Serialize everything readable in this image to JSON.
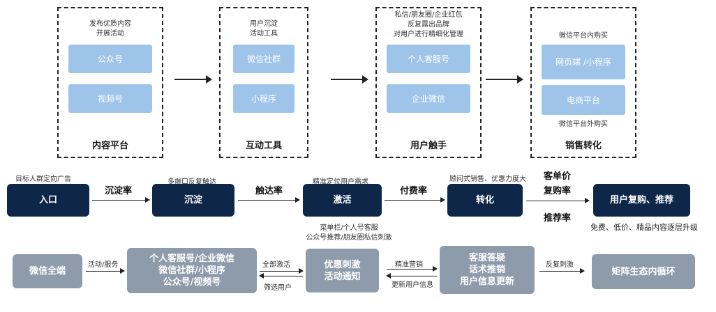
{
  "panels": [
    {
      "intro": "发布优质内容\n开展活动",
      "boxes": [
        "公众号",
        "视频号"
      ],
      "title": "内容平台"
    },
    {
      "intro": "用户沉淀\n活动工具",
      "boxes": [
        "微信社群",
        "小程序"
      ],
      "title": "互动工具"
    },
    {
      "intro": "私信/朋友圈/企业红包\n反复露出品牌\n对用户进行精细化管理",
      "boxes": [
        "个人客服号",
        "企业微信"
      ],
      "title": "用户触手"
    },
    {
      "intro": "微信平台内购买",
      "boxes": [
        "网页端 /小程序",
        "电商平台"
      ],
      "outro": "微信平台外购买",
      "title": "销售转化"
    }
  ],
  "funnel": {
    "stages": [
      {
        "label": "入口",
        "note": "目标人群定向广告"
      },
      {
        "label": "沉淀",
        "note": "多端口反复触达"
      },
      {
        "label": "激活",
        "note": "精准定位用户需求"
      },
      {
        "label": "转化",
        "note": "顾问式销售、优惠力度大"
      },
      {
        "label": "用户复购、推荐",
        "note": "免费、低价、精品内容逐层升级"
      }
    ],
    "rates": [
      "沉淀率",
      "触达率",
      "付费率",
      "客单价",
      "复购率",
      "推荐率"
    ]
  },
  "loop": {
    "boxes": [
      "微信全端",
      "个人客服号/企业微信\n微信社群/小程序\n公众号/视频号",
      "优惠刺激\n活动通知",
      "客服答疑\n话术推销\n用户信息更新",
      "矩阵生态内循环"
    ],
    "labels": {
      "activity": "活动/服务",
      "all_activate": "全部激活",
      "filter_users": "筛选用户",
      "channels": "菜单栏/个人号客服\n公众号推荐/朋友圈私信刺激",
      "precise_marketing": "精准营销",
      "update_info": "更新用户信息",
      "repeat_stimulus": "反复刺激"
    }
  },
  "colors": {
    "light_box": "#9fc4ea",
    "navy": "#0e2748",
    "gray_box": "#8d9bab"
  }
}
